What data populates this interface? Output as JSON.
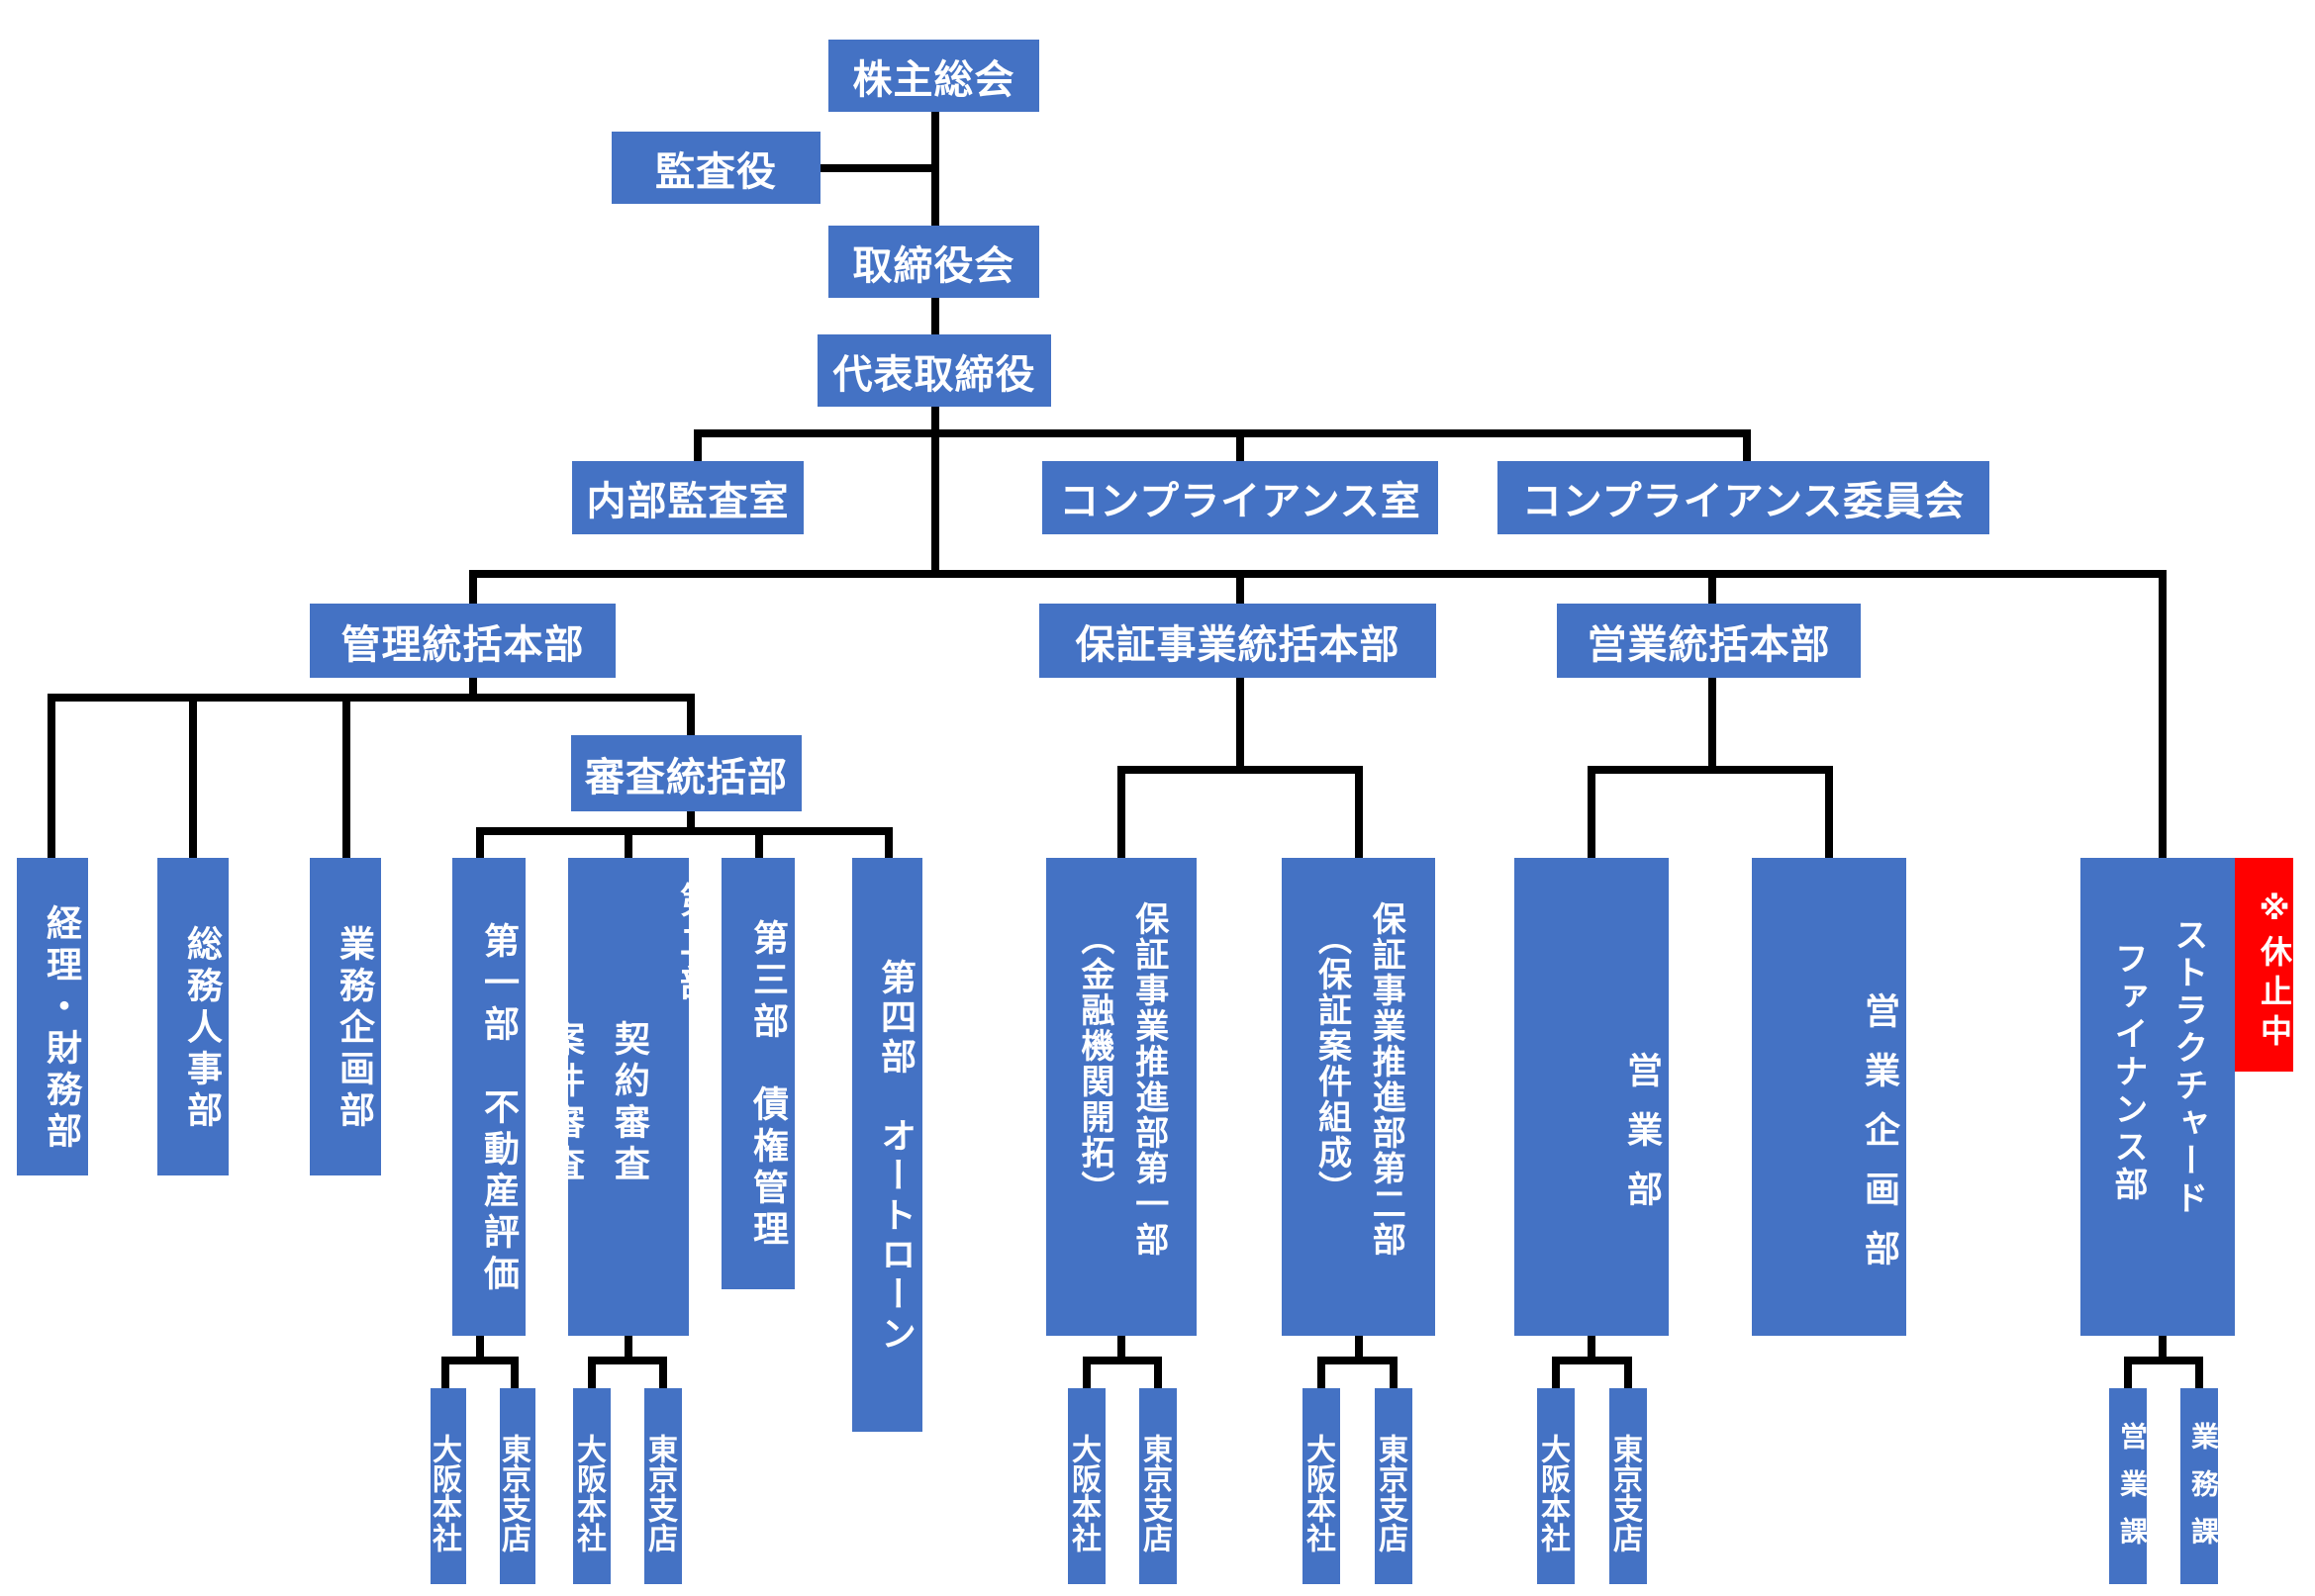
{
  "top": {
    "shareholders": "株主総会",
    "auditor": "監査役",
    "board": "取締役会",
    "ceo": "代表取締役"
  },
  "staff": {
    "internal_audit": "内部監査室",
    "compliance_office": "コンプライアンス室",
    "compliance_committee": "コンプライアンス委員会"
  },
  "hq": {
    "admin": "管理統括本部",
    "guarantee": "保証事業統括本部",
    "sales": "営業統括本部"
  },
  "admin_depts": {
    "accounting": "経理・財務部",
    "hr": "総務人事部",
    "planning": "業務企画部"
  },
  "screening": {
    "title": "審査統括部",
    "dept1": "第一部　不動産評価",
    "dept2_a": "第二部",
    "dept2_b": "契約審査",
    "dept2_c": "案件審査",
    "dept3": "第三部　債権管理",
    "dept4": "第四部　オートローン"
  },
  "guarantee_depts": {
    "promo1_main": "保証事業推進部第一部",
    "promo1_sub": "（金融機関開拓）",
    "promo2_main": "保証事業推進部第二部",
    "promo2_sub": "（保証案件組成）"
  },
  "sales_depts": {
    "sales": "営業部",
    "sales_planning": "営業企画部"
  },
  "structured": {
    "line1": "ストラクチャード",
    "line2": "ファイナンス部",
    "suspended": "※休止中"
  },
  "branches": {
    "osaka": "大阪本社",
    "tokyo": "東京支店",
    "sales_section": "営業課",
    "operations_section": "業務課"
  },
  "colors": {
    "box": "#4472c4",
    "suspended": "#ff0000",
    "line": "#000000"
  }
}
